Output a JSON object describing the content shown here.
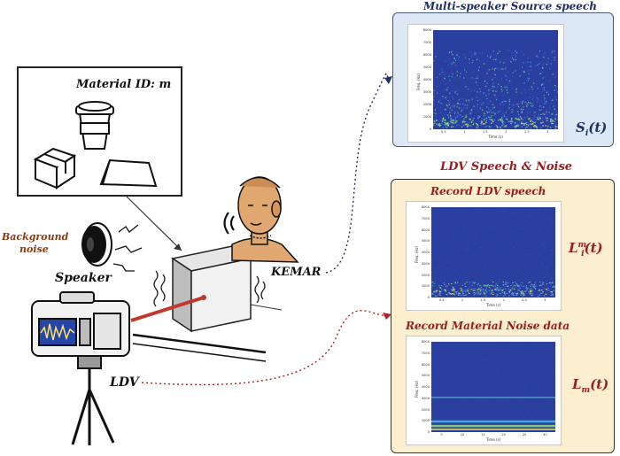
{
  "labels": {
    "material_id": "Material ID: m",
    "background_noise_line1": "Background",
    "background_noise_line2": "noise",
    "speaker": "Speaker",
    "kemar": "KEMAR",
    "ldv": "LDV",
    "source_speech_title": "Multi-speaker Source speech",
    "ldv_section_title": "LDV Speech & Noise",
    "record_ldv_speech": "Record LDV speech",
    "record_material_noise": "Record Material Noise data"
  },
  "math": {
    "source": {
      "base": "S",
      "sub": "i",
      "tail": "(t)"
    },
    "ldv": {
      "base": "L",
      "sub": "i",
      "sup": "m",
      "tail": "(t)"
    },
    "noise": {
      "base": "L",
      "sub": "m",
      "tail": "(t)"
    }
  },
  "spectrograms": {
    "source": {
      "yticks": [
        "8000",
        "7000",
        "6000",
        "5000",
        "4000",
        "3000",
        "2000",
        "1000",
        "0"
      ],
      "xticks": [
        "0.5",
        "1",
        "1.5",
        "2",
        "2.5",
        "3"
      ],
      "ylabel": "Freq. (Hz)",
      "xlabel": "Time (s)"
    },
    "ldv": {
      "yticks": [
        "8000",
        "7000",
        "6000",
        "5000",
        "4000",
        "3000",
        "2000",
        "1000",
        "0"
      ],
      "xticks": [
        "0.5",
        "1",
        "1.5",
        "2",
        "2.5",
        "3"
      ],
      "ylabel": "Freq. (Hz)",
      "xlabel": "Time (s)"
    },
    "noise": {
      "yticks": [
        "8000",
        "7000",
        "6000",
        "5000",
        "4000",
        "3000",
        "2000",
        "1000",
        "0"
      ],
      "xticks": [
        "5",
        "10",
        "15",
        "20",
        "25",
        "30"
      ],
      "ylabel": "Freq. (Hz)",
      "xlabel": "Time (s)"
    }
  },
  "colors": {
    "panel_blue_bg": "#dce8f6",
    "panel_yellow_bg": "#fcefcf",
    "title_blue": "#1f2f66",
    "title_red": "#9b1c1c",
    "laser": "#c0392b",
    "spectrogram_base": "#2a3fa0"
  }
}
